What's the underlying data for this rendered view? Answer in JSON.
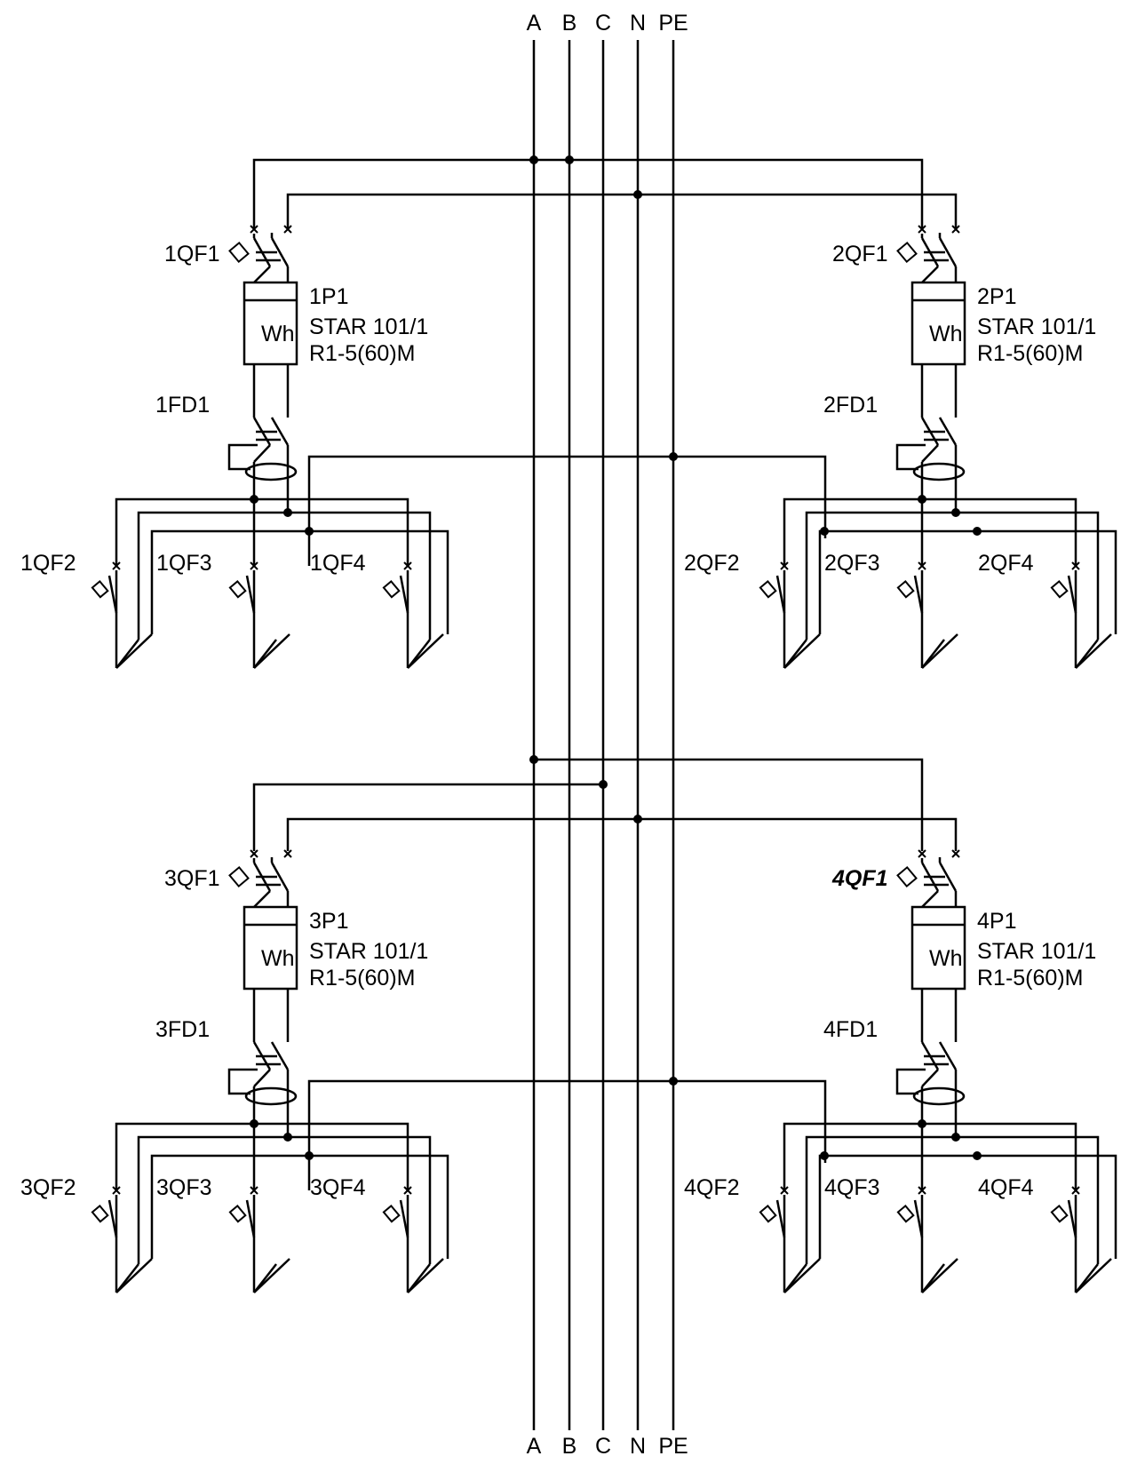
{
  "bus_labels": [
    "A",
    "B",
    "C",
    "N",
    "PE"
  ],
  "panels": [
    {
      "breaker": "1QF1",
      "meter": {
        "id": "1P1",
        "model": "STAR 101/1",
        "rating": "R1-5(60)M",
        "unit": "Wh"
      },
      "rcd": "1FD1",
      "outputs": [
        "1QF2",
        "1QF3",
        "1QF4"
      ]
    },
    {
      "breaker": "2QF1",
      "meter": {
        "id": "2P1",
        "model": "STAR 101/1",
        "rating": "R1-5(60)M",
        "unit": "Wh"
      },
      "rcd": "2FD1",
      "outputs": [
        "2QF2",
        "2QF3",
        "2QF4"
      ]
    },
    {
      "breaker": "3QF1",
      "meter": {
        "id": "3P1",
        "model": "STAR 101/1",
        "rating": "R1-5(60)M",
        "unit": "Wh"
      },
      "rcd": "3FD1",
      "outputs": [
        "3QF2",
        "3QF3",
        "3QF4"
      ]
    },
    {
      "breaker": "4QF1",
      "meter": {
        "id": "4P1",
        "model": "STAR 101/1",
        "rating": "R1-5(60)M",
        "unit": "Wh"
      },
      "rcd": "4FD1",
      "outputs": [
        "4QF2",
        "4QF3",
        "4QF4"
      ]
    }
  ]
}
